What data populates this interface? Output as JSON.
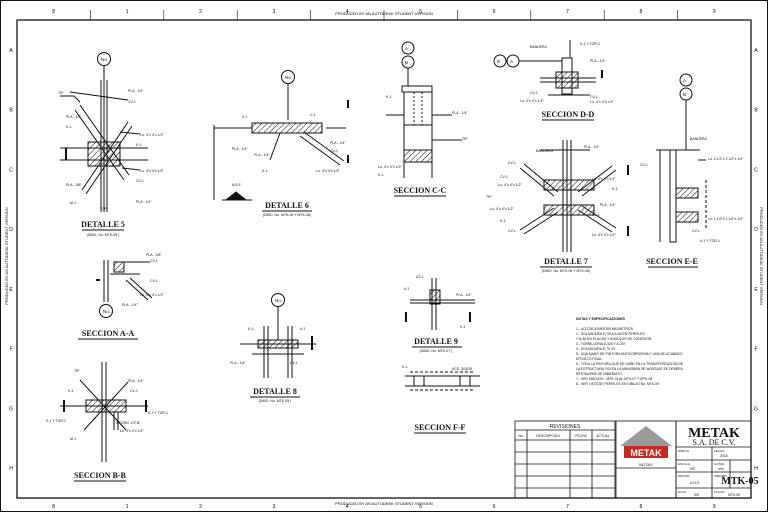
{
  "header": {
    "watermark_top": "PRODUCED BY AN AUTODESK STUDENT VERSION",
    "watermark_bottom": "PRODUCED BY AN AUTODESK STUDENT VERSION",
    "watermark_left": "PRODUCED BY AN AUTODESK STUDENT VERSION",
    "watermark_right": "PRODUCED BY AN AUTODESK STUDENT VERSION"
  },
  "grid": {
    "columns": [
      "8",
      "1",
      "2",
      "3",
      "4",
      "5",
      "6",
      "7",
      "8",
      "9"
    ],
    "rows": [
      "A",
      "B",
      "C",
      "D",
      "E",
      "F",
      "G",
      "H"
    ]
  },
  "details": {
    "detalle5": {
      "title": "DETALLE 5",
      "ref": "(DIBO. No. MTK-05 )",
      "node": "No."
    },
    "detalle6": {
      "title": "DETALLE 6",
      "ref": "(DIBO. No. MTK-05 Y MTK-06)",
      "node": "No.",
      "level": "N.S.F."
    },
    "seccion_cc": {
      "title": "SECCION C-C",
      "node_a": "A",
      "node_b": "B"
    },
    "seccion_dd": {
      "title": "SECCION D-D",
      "node_a": "A",
      "node_b": "B"
    },
    "detalle7": {
      "title": "DETALLE 7",
      "ref": "(DIBO. No. MTK-05 Y MTK-06)"
    },
    "seccion_ee": {
      "title": "SECCION E-E",
      "node_a": "A",
      "node_b": "B"
    },
    "seccion_aa": {
      "title": "SECCION A-A",
      "node": "No."
    },
    "detalle8": {
      "title": "DETALLE 8",
      "ref": "(DIBO. No. MTK-05 )",
      "node": "No."
    },
    "detalle9": {
      "title": "DETALLE 9",
      "ref": "(DIBO. No. MTK-07 )"
    },
    "seccion_bb": {
      "title": "SECCION B-B"
    },
    "seccion_ff": {
      "title": "SECCION F-F"
    }
  },
  "labels": {
    "tip": "TIP",
    "plate": "PLA - 1/4\"",
    "stiffener": "PLA - 3/8\"",
    "angle": "Lo. 4\"x 4\"x 1/2\"",
    "bolts": "4 TORN. 1/2\"Ø",
    "col": "CV-1",
    "beam": "V-1",
    "king": "K-1",
    "mo": "M-1",
    "bandera": "BANDERA",
    "kytor": "K-1 Y TOR-1",
    "ang2": "Lo. 2 1/2\"x 2 1/2\"x 1/4\"",
    "ang3": "Lo. 1 1/2\"x 1 1/2\"x 1/4\"",
    "at": "AT-1",
    "ace": "ACE. 3/16\"Ø"
  },
  "notes": {
    "title": "NOTAS Y ESPECIFICACIONES",
    "items": [
      "1.- ACOTACIONES EN MILIMETROS",
      "2.- SOLDADURA E-7018 A-50 EN PERFILES",
      "    Y A-36 EN PLACAS Y ANGULOS DE CONEXION",
      "3.- TORNILLERIA A-325 Y A-307",
      "4.- SOLDADURA E-70 XX",
      "5.- UNA MANO DE PINTURA ANTICORROSIVA Y UNA DE ACABADO",
      "    EPOXICO FINAL",
      "6.- TODA LA PINTURA QUE SE DAÑE EN LA TRANSPORTACION DE",
      "    LA ESTRUCTURA Y/O EN LA MANIOBRA DE MONTAJE SE DEBERA",
      "    RESTAURAR DE INMEDIATO",
      "7.- VER DIBUJOS : MTK-01 AL MTK-07 Y MTK-08",
      "8.- VER LISTA DE PERFILES EN DIBUJO No. MTK-09"
    ]
  },
  "revisions": {
    "title": "REVISIONES",
    "columns": [
      "No.",
      "DESCRIPCION",
      "FECHA",
      "ACTUAL"
    ]
  },
  "titleblock": {
    "company_name": "METAK",
    "company_sub": "S.A. DE C.V.",
    "logo_text": "METAK",
    "notas": "NOTAS",
    "drawing_no": "MTK-05",
    "fields": [
      {
        "label": "DIBUJO:",
        "value": ""
      },
      {
        "label": "FECHA:",
        "value": "2018"
      },
      {
        "label": "ESCALA:",
        "value": "S/E"
      },
      {
        "label": "COTAS:",
        "value": "mm"
      },
      {
        "label": "REVISO:",
        "value": "A.H.S."
      },
      {
        "label": "APROBO:",
        "value": ""
      },
      {
        "label": "HOJA:",
        "value": "5/9"
      },
      {
        "label": "PLANO:",
        "value": "MTK-05"
      }
    ]
  },
  "colors": {
    "line": "#111111",
    "logo_red": "#c8281e",
    "logo_gray": "#9a9a9a"
  }
}
